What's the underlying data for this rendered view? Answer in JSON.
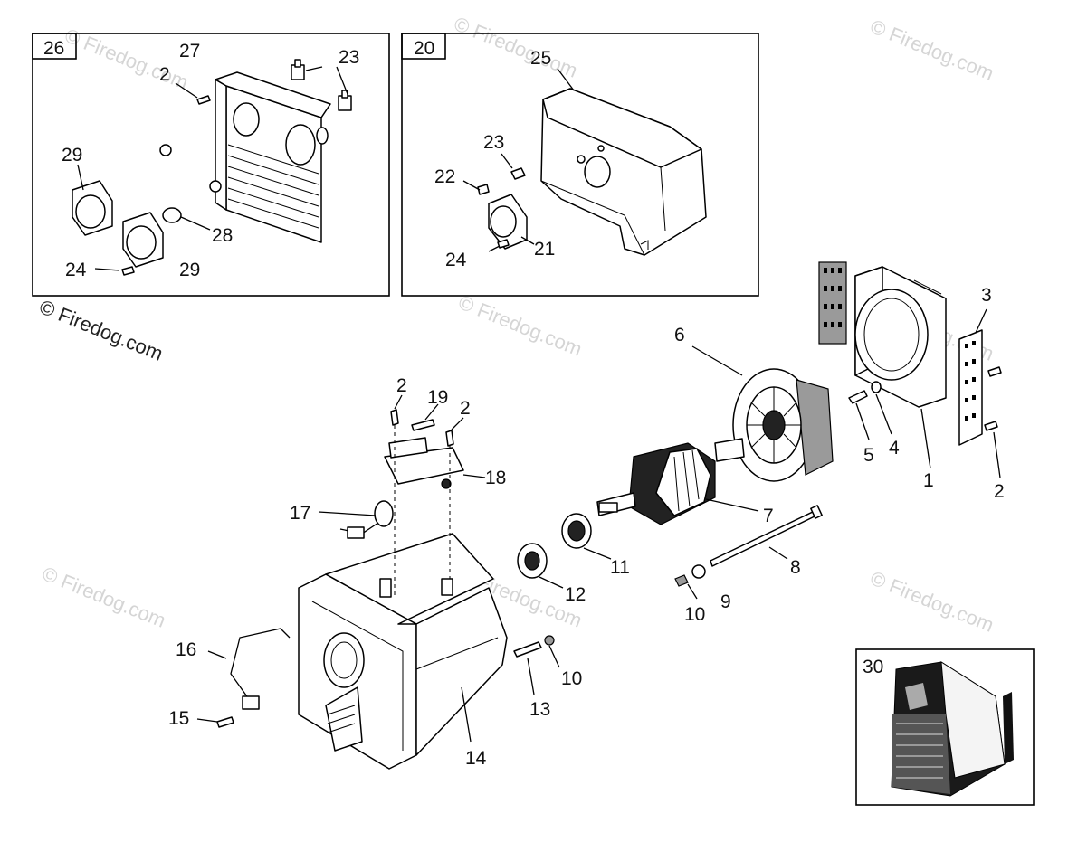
{
  "watermark": {
    "text": "© Firedog.com",
    "primary_color": "#222222",
    "faded_color": "#c8c8c8"
  },
  "insets": [
    {
      "id": "26",
      "label": "26"
    },
    {
      "id": "20",
      "label": "20"
    },
    {
      "id": "30",
      "label": "30"
    }
  ],
  "callouts": {
    "c1": "1",
    "c2a": "2",
    "c2b": "2",
    "c2c": "2",
    "c2d": "2",
    "c3": "3",
    "c4": "4",
    "c5": "5",
    "c6": "6",
    "c7": "7",
    "c8": "8",
    "c9": "9",
    "c10a": "10",
    "c10b": "10",
    "c11": "11",
    "c12": "12",
    "c13": "13",
    "c14": "14",
    "c15": "15",
    "c16": "16",
    "c17": "17",
    "c18": "18",
    "c19": "19",
    "c21": "21",
    "c22": "22",
    "c23a": "23",
    "c23b": "23",
    "c24a": "24",
    "c24b": "24",
    "c25": "25",
    "c27": "27",
    "c28": "28",
    "c29a": "29",
    "c29b": "29"
  }
}
